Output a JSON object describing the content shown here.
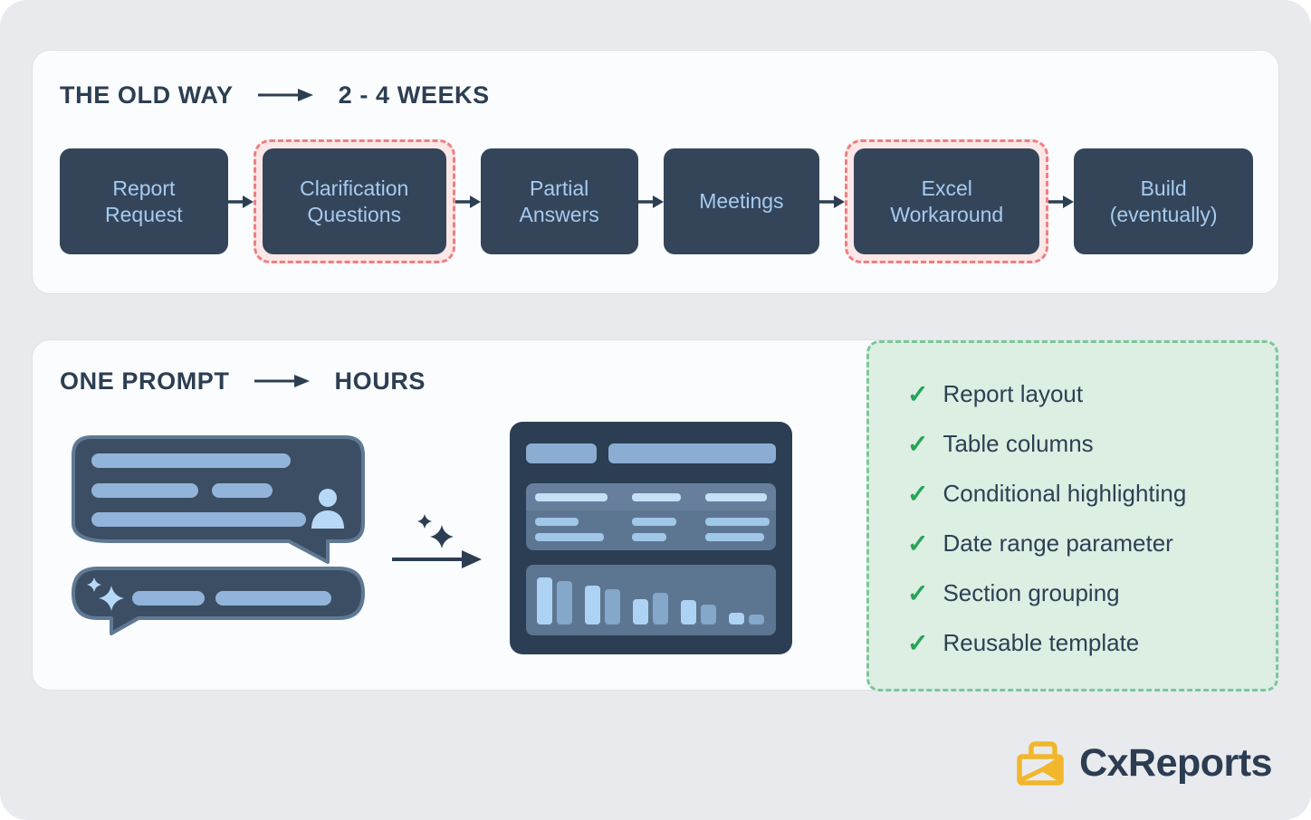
{
  "old_way": {
    "title": "THE OLD WAY",
    "duration": "2 - 4 WEEKS",
    "steps": [
      {
        "label": "Report Request",
        "highlighted": false
      },
      {
        "label": "Clarification Questions",
        "highlighted": true
      },
      {
        "label": "Partial Answers",
        "highlighted": false
      },
      {
        "label": "Meetings",
        "highlighted": false
      },
      {
        "label": "Excel Workaround",
        "highlighted": true
      },
      {
        "label": "Build (eventually)",
        "highlighted": false
      }
    ]
  },
  "one_prompt": {
    "title": "ONE PROMPT",
    "duration": "HOURS",
    "check_glyph": "✓",
    "checklist": [
      {
        "label": "Report layout"
      },
      {
        "label": "Table columns"
      },
      {
        "label": "Conditional highlighting"
      },
      {
        "label": "Date range parameter"
      },
      {
        "label": "Section grouping"
      },
      {
        "label": "Reusable template"
      }
    ]
  },
  "brand": {
    "name": "CxReports"
  },
  "colors": {
    "canvas_bg": "#e8eaee",
    "panel_bg": "#fbfcfe",
    "heading_navy": "#2c3e52",
    "step_box_bg": "#34455a",
    "step_box_text": "#a6cbf0",
    "highlight_border": "#ef7f7f",
    "highlight_bg": "#fbe7e7",
    "checklist_bg": "#ddeee3",
    "checklist_border": "#7cc79b",
    "check_green": "#27a457",
    "brand_yellow": "#f1b62c",
    "bubble_fill": "#3b4e63",
    "bubble_stroke": "#5f7994",
    "bubble_bar_blue": "#92b4da",
    "accent_light_blue": "#b7d9f7"
  },
  "illustration": {
    "chart_bars": [
      {
        "height": 52,
        "tone": "light"
      },
      {
        "height": 48,
        "tone": "med"
      },
      {
        "height": 43,
        "tone": "light"
      },
      {
        "height": 39,
        "tone": "med"
      },
      {
        "height": 28,
        "tone": "light"
      },
      {
        "height": 35,
        "tone": "med"
      },
      {
        "height": 27,
        "tone": "light"
      },
      {
        "height": 22,
        "tone": "med"
      },
      {
        "height": 13,
        "tone": "light"
      },
      {
        "height": 11,
        "tone": "med"
      }
    ]
  }
}
